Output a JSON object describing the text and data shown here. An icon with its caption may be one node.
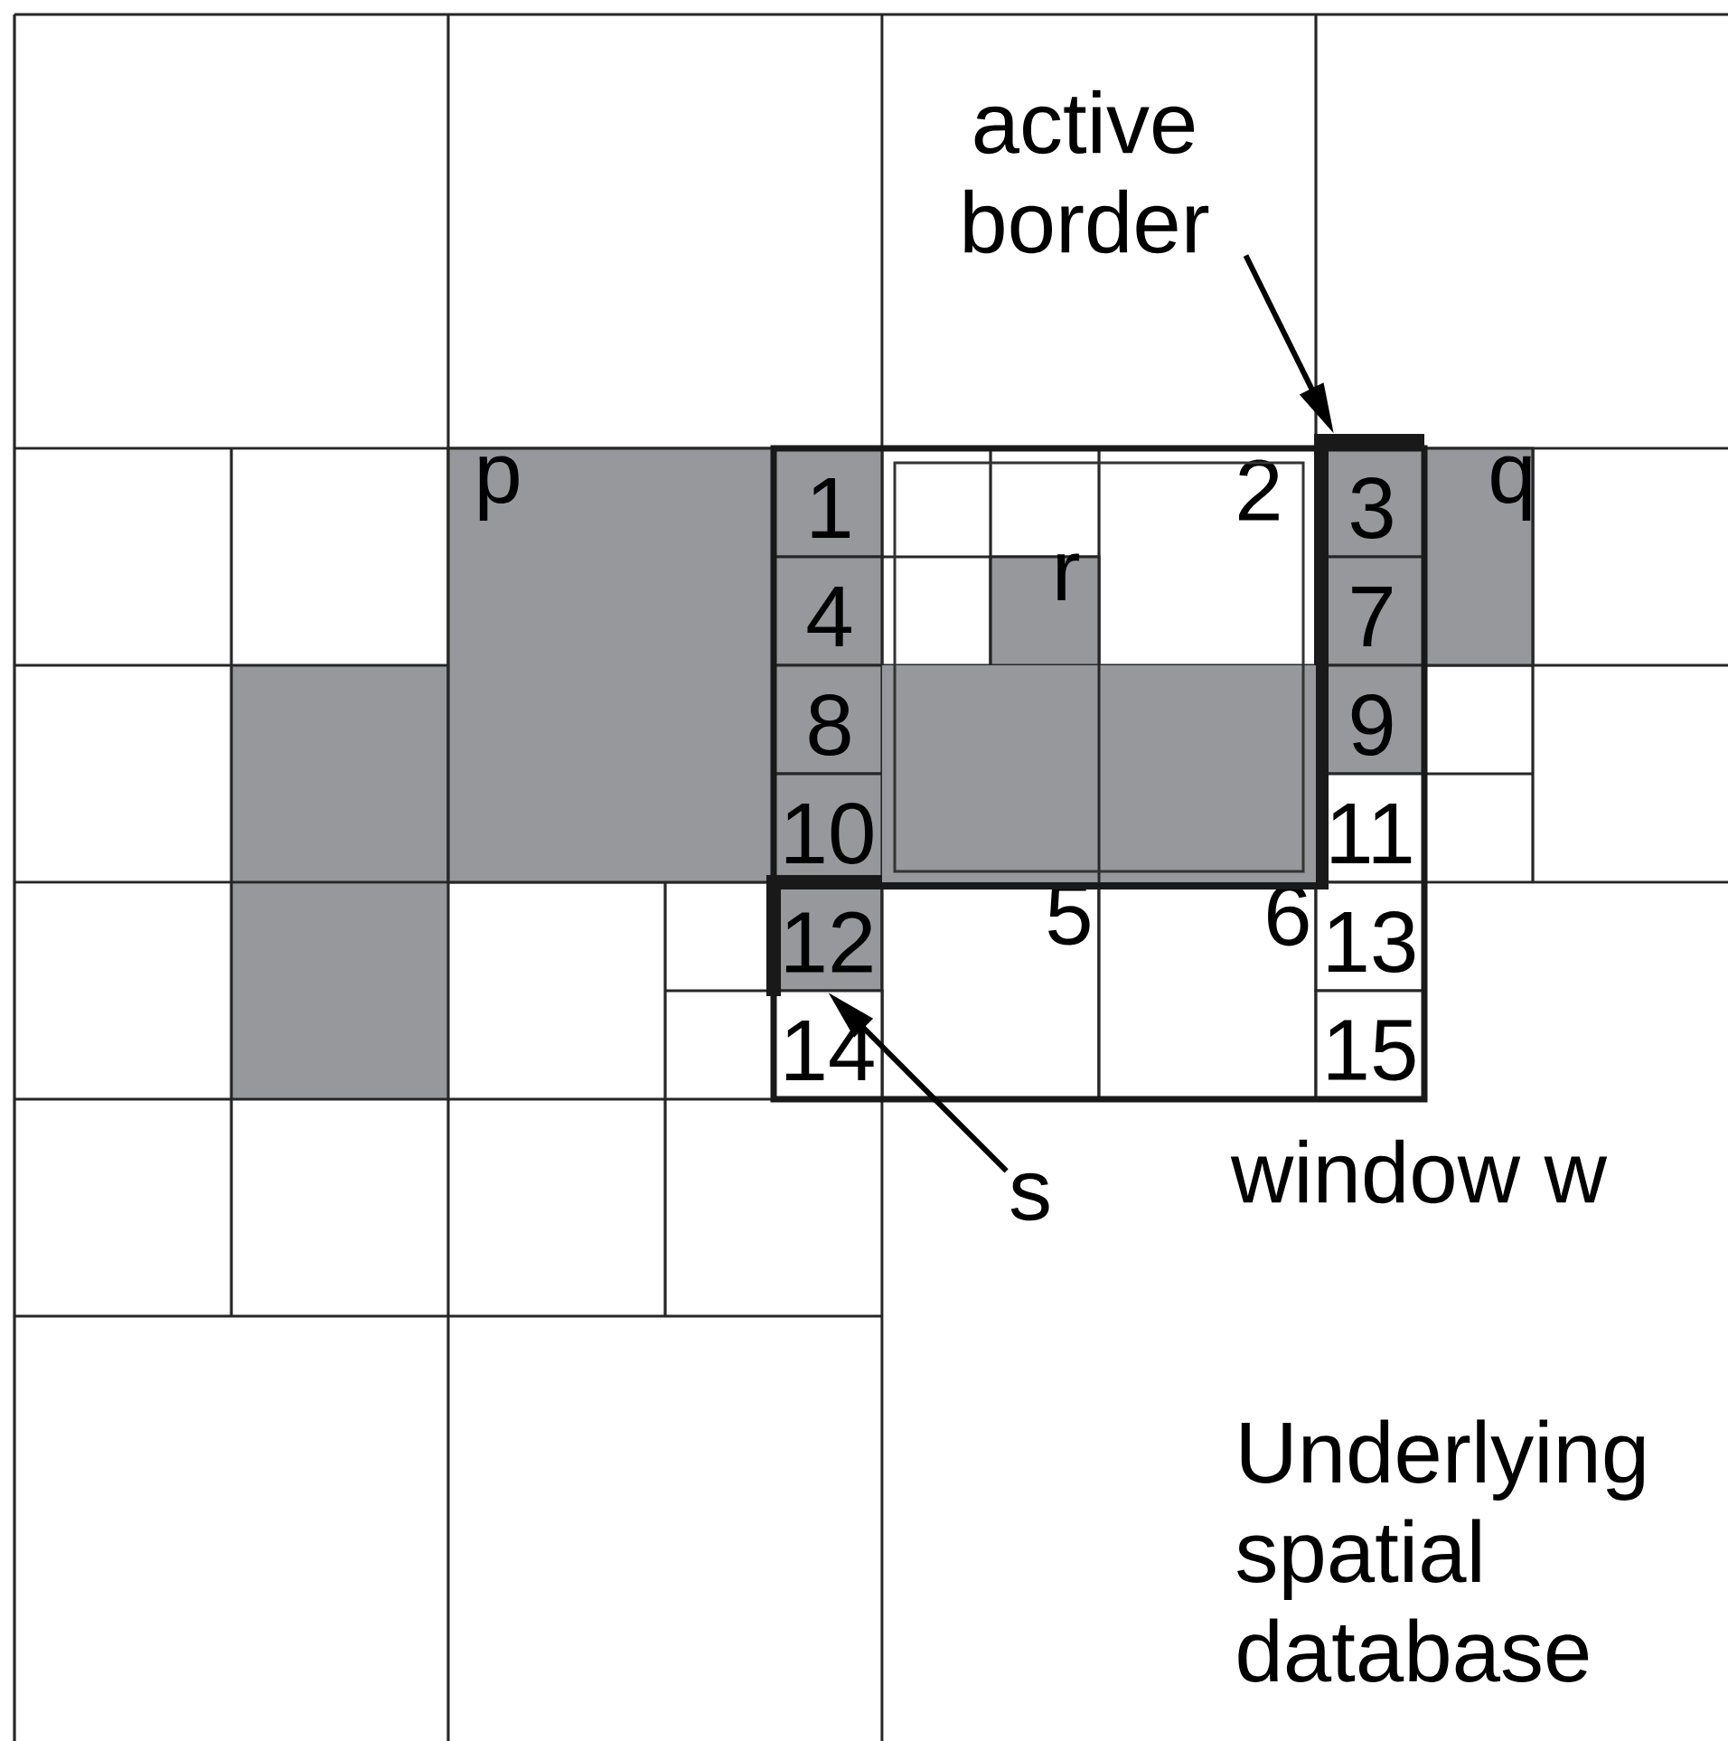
{
  "diagram": {
    "nodes": [
      {
        "text": [
          "active border"
        ]
      },
      {
        "text": [
          "p"
        ]
      },
      {
        "text": [
          "1"
        ]
      },
      {
        "text": [
          "2"
        ]
      },
      {
        "text": [
          "3"
        ]
      },
      {
        "text": [
          "q"
        ]
      },
      {
        "text": [
          "4"
        ]
      },
      {
        "text": [
          "r"
        ]
      },
      {
        "text": [
          "7"
        ]
      },
      {
        "text": [
          "8"
        ]
      },
      {
        "text": [
          "9"
        ]
      },
      {
        "text": [
          "10"
        ]
      },
      {
        "text": [
          "11"
        ]
      },
      {
        "text": [
          "12"
        ]
      },
      {
        "text": [
          "5"
        ]
      },
      {
        "text": [
          "6"
        ]
      },
      {
        "text": [
          "13"
        ]
      },
      {
        "text": [
          "14"
        ]
      },
      {
        "text": [
          "15"
        ]
      },
      {
        "text": [
          "s"
        ]
      }
    ],
    "edges": [
      {
        "from": 0,
        "to": null,
        "arrow": "to"
      },
      {
        "from": 19,
        "to": 13,
        "arrow": "to"
      }
    ],
    "labels": [
      "window w",
      "Underlying spatial database"
    ]
  }
}
